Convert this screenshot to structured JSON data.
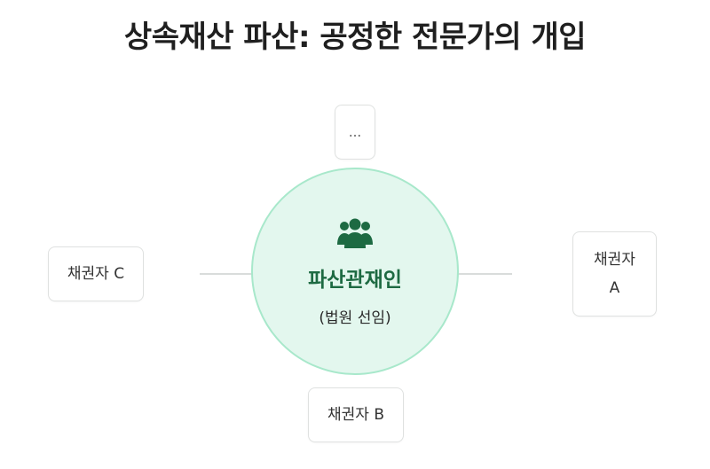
{
  "title": "상속재산 파산: 공정한 전문가의 개입",
  "center": {
    "icon": "group-icon",
    "label": "파산관재인",
    "sublabel": "(법원 선임)",
    "fill_color": "#e3f7ee",
    "border_color": "#a8e8cb",
    "label_color": "#1d6a42"
  },
  "nodes": {
    "top": "...",
    "left": "채권자 C",
    "right": "채권자 A",
    "bottom": "채권자 B"
  }
}
